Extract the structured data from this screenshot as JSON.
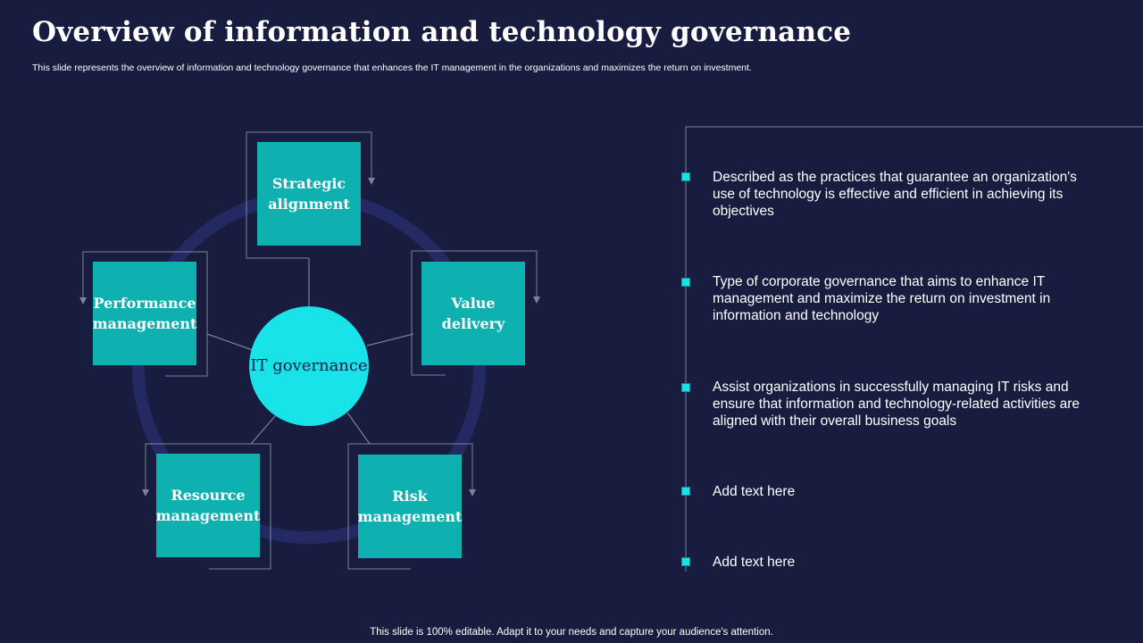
{
  "slide": {
    "title": "Overview of information and technology governance",
    "subtitle": "This slide represents the overview of information and technology governance that enhances the IT management in the organizations and maximizes the return on investment.",
    "footer": "This slide is 100% editable. Adapt it to your needs and capture your audience's attention."
  },
  "diagram": {
    "center": "IT governance",
    "nodes": [
      {
        "id": "strategic",
        "label": "Strategic alignment"
      },
      {
        "id": "value",
        "label": "Value delivery"
      },
      {
        "id": "risk",
        "label": "Risk management"
      },
      {
        "id": "resource",
        "label": "Resource management"
      },
      {
        "id": "performance",
        "label": "Performance management"
      }
    ]
  },
  "points": [
    "Described as the practices that guarantee an organization's use of technology is effective and efficient in achieving its objectives",
    "Type of corporate governance that aims to enhance IT management and maximize the return on investment in information and technology",
    "Assist organizations in successfully managing IT risks and ensure that information and technology-related activities are aligned with their overall business goals",
    "Add text here",
    "Add text here"
  ],
  "colors": {
    "background": "#181c3f",
    "box": "#0fb0b0",
    "center": "#17e3e8",
    "ring": "#232a62",
    "line": "#7d8296"
  }
}
